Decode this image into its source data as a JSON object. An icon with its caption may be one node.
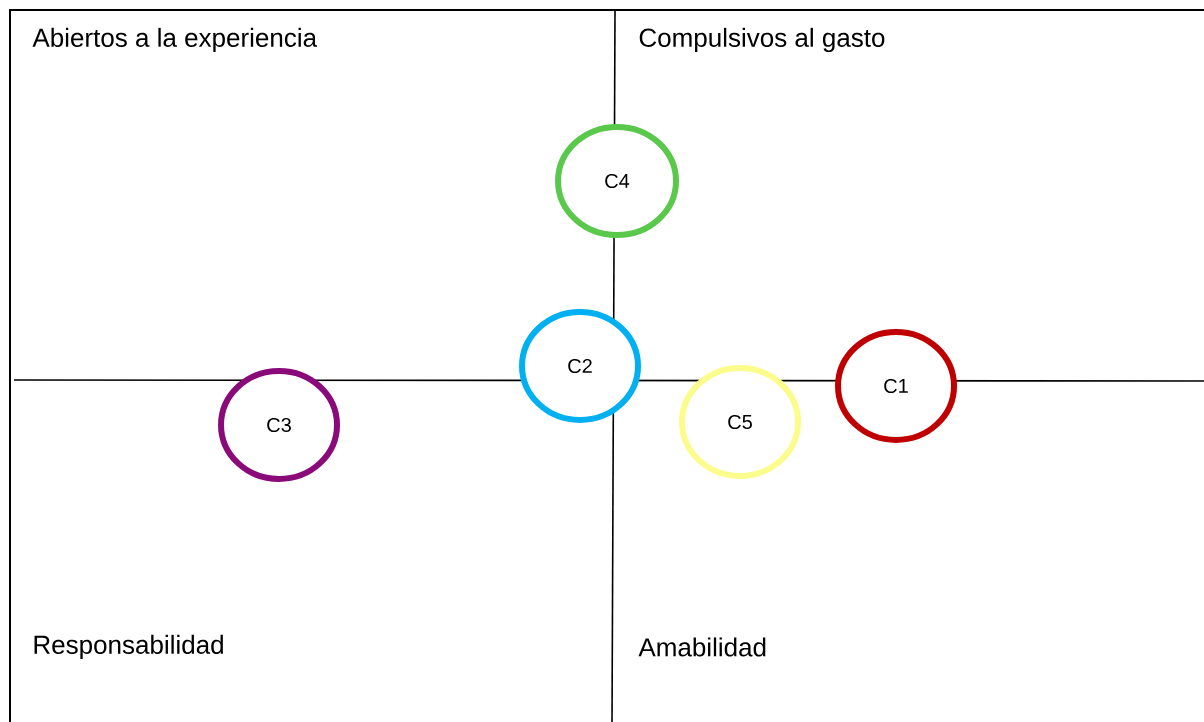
{
  "diagram": {
    "nodes": [
      {
        "text": [
          "C4"
        ]
      },
      {
        "text": [
          "C2"
        ]
      },
      {
        "text": [
          "C1"
        ]
      },
      {
        "text": [
          "C5"
        ]
      },
      {
        "text": [
          "C3"
        ]
      }
    ],
    "labels": [
      "Abiertos a la experiencia",
      "Compulsivos al gasto",
      "Responsabilidad",
      "Amabilidad"
    ]
  }
}
